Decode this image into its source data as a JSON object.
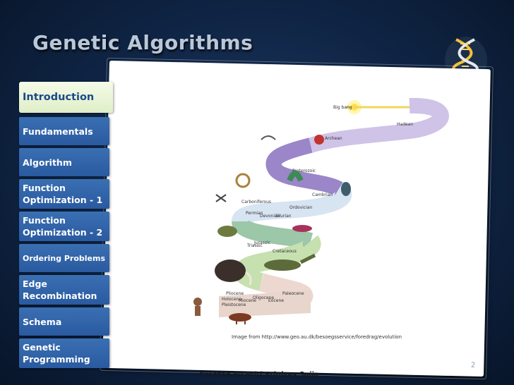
{
  "title": "Genetic Algorithms",
  "nav": [
    {
      "label": "Introduction",
      "active": true
    },
    {
      "label": "Fundamentals"
    },
    {
      "label": "Algorithm"
    },
    {
      "label": "Function Optimization - 1"
    },
    {
      "label": "Function Optimization - 2"
    },
    {
      "label": "Ordering Problems"
    },
    {
      "label": "Edge Recombination"
    },
    {
      "label": "Schema"
    },
    {
      "label": "Genetic Programming"
    }
  ],
  "slide_number": "2",
  "image_caption": "Image from http://www.geo.au.dk/besoegsservice/foredrag/evolution",
  "credit": "Created By Priti Srinivas Sajja",
  "timeline_labels": [
    "Big bang",
    "Hadean",
    "Archean",
    "Proterozoic",
    "Cambrian",
    "Ordovician",
    "Silurian",
    "Devonian",
    "Carboniferous",
    "Permian",
    "Triassic",
    "Jurassic",
    "Cretaceous",
    "Paleocene",
    "Eocene",
    "Oligocene",
    "Miocene",
    "Pliocene",
    "Pleistocene",
    "Holocene"
  ]
}
